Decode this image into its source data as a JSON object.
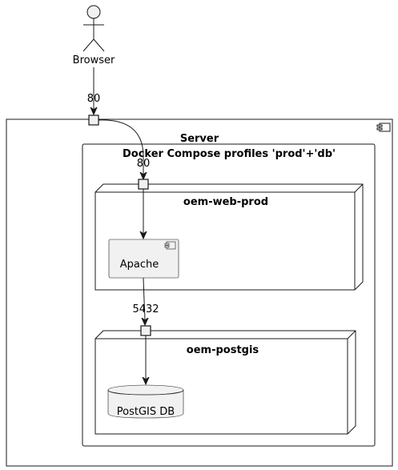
{
  "actor": {
    "label": "Browser"
  },
  "server": {
    "title": "Server"
  },
  "compose": {
    "title": "Docker Compose profiles 'prod'+'db'"
  },
  "web_node": {
    "title": "oem-web-prod"
  },
  "apache": {
    "label": "Apache"
  },
  "db_node": {
    "title": "oem-postgis"
  },
  "database": {
    "label": "PostGIS DB"
  },
  "ports": {
    "server_port": "80",
    "web_port": "80",
    "db_port": "5432"
  },
  "colors": {
    "stroke": "#181818",
    "actor_fill": "#f1f1f1",
    "component_fill": "#f1f1f1",
    "background": "#ffffff"
  }
}
